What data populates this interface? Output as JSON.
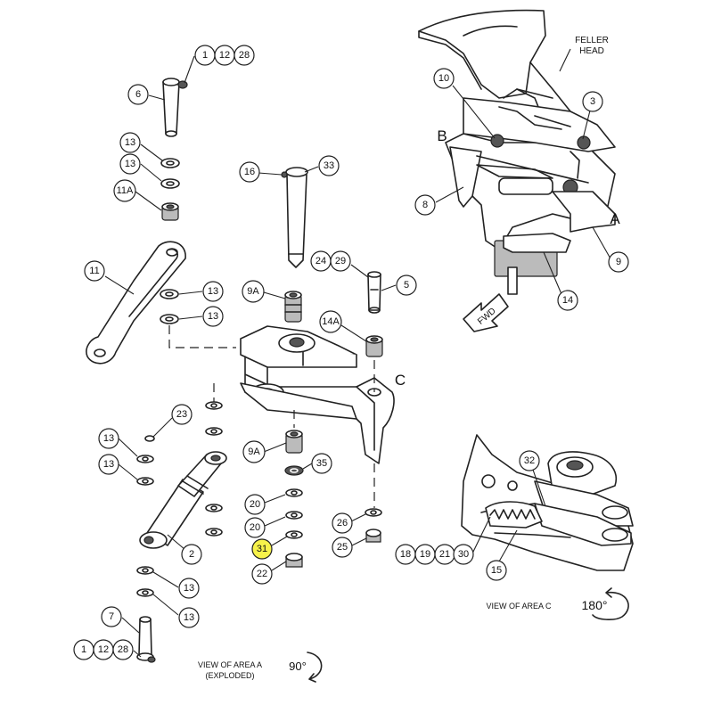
{
  "labels": {
    "feller_head_line1": "FELLER",
    "feller_head_line2": "HEAD",
    "area_a": "A",
    "area_b": "B",
    "area_c": "C",
    "fwd": "FWD",
    "view_a_line1": "VIEW OF AREA  A",
    "view_a_line2": "(EXPLODED)",
    "view_a_angle": "90°",
    "view_c": "VIEW OF AREA  C",
    "view_c_angle": "180°"
  },
  "callouts": [
    {
      "id": "c1",
      "text": "1",
      "highlight": false
    },
    {
      "id": "c12",
      "text": "12",
      "highlight": false
    },
    {
      "id": "c28",
      "text": "28",
      "highlight": false
    },
    {
      "id": "c6",
      "text": "6",
      "highlight": false
    },
    {
      "id": "c13a",
      "text": "13",
      "highlight": false
    },
    {
      "id": "c13b",
      "text": "13",
      "highlight": false
    },
    {
      "id": "c11a",
      "text": "11A",
      "highlight": false
    },
    {
      "id": "c11",
      "text": "11",
      "highlight": false
    },
    {
      "id": "c13c",
      "text": "13",
      "highlight": false
    },
    {
      "id": "c13d",
      "text": "13",
      "highlight": false
    },
    {
      "id": "c16",
      "text": "16",
      "highlight": false
    },
    {
      "id": "c33",
      "text": "33",
      "highlight": false
    },
    {
      "id": "c24",
      "text": "24",
      "highlight": false
    },
    {
      "id": "c29",
      "text": "29",
      "highlight": false
    },
    {
      "id": "c5",
      "text": "5",
      "highlight": false
    },
    {
      "id": "c9a",
      "text": "9A",
      "highlight": false
    },
    {
      "id": "c14a",
      "text": "14A",
      "highlight": false
    },
    {
      "id": "c23",
      "text": "23",
      "highlight": false
    },
    {
      "id": "c13e",
      "text": "13",
      "highlight": false
    },
    {
      "id": "c13f",
      "text": "13",
      "highlight": false
    },
    {
      "id": "c9a2",
      "text": "9A",
      "highlight": false
    },
    {
      "id": "c35",
      "text": "35",
      "highlight": false
    },
    {
      "id": "c20a",
      "text": "20",
      "highlight": false
    },
    {
      "id": "c20b",
      "text": "20",
      "highlight": false
    },
    {
      "id": "c31",
      "text": "31",
      "highlight": true
    },
    {
      "id": "c22",
      "text": "22",
      "highlight": false
    },
    {
      "id": "c26",
      "text": "26",
      "highlight": false
    },
    {
      "id": "c25",
      "text": "25",
      "highlight": false
    },
    {
      "id": "c2",
      "text": "2",
      "highlight": false
    },
    {
      "id": "c13g",
      "text": "13",
      "highlight": false
    },
    {
      "id": "c13h",
      "text": "13",
      "highlight": false
    },
    {
      "id": "c7",
      "text": "7",
      "highlight": false
    },
    {
      "id": "c1b",
      "text": "1",
      "highlight": false
    },
    {
      "id": "c12b",
      "text": "12",
      "highlight": false
    },
    {
      "id": "c28b",
      "text": "28",
      "highlight": false
    },
    {
      "id": "c10",
      "text": "10",
      "highlight": false
    },
    {
      "id": "c3",
      "text": "3",
      "highlight": false
    },
    {
      "id": "c8",
      "text": "8",
      "highlight": false
    },
    {
      "id": "c9",
      "text": "9",
      "highlight": false
    },
    {
      "id": "c14",
      "text": "14",
      "highlight": false
    },
    {
      "id": "c32",
      "text": "32",
      "highlight": false
    },
    {
      "id": "c18",
      "text": "18",
      "highlight": false
    },
    {
      "id": "c19",
      "text": "19",
      "highlight": false
    },
    {
      "id": "c21",
      "text": "21",
      "highlight": false
    },
    {
      "id": "c30",
      "text": "30",
      "highlight": false
    },
    {
      "id": "c15",
      "text": "15",
      "highlight": false
    }
  ],
  "colors": {
    "highlight": "#f7f24a",
    "line": "#222222"
  }
}
